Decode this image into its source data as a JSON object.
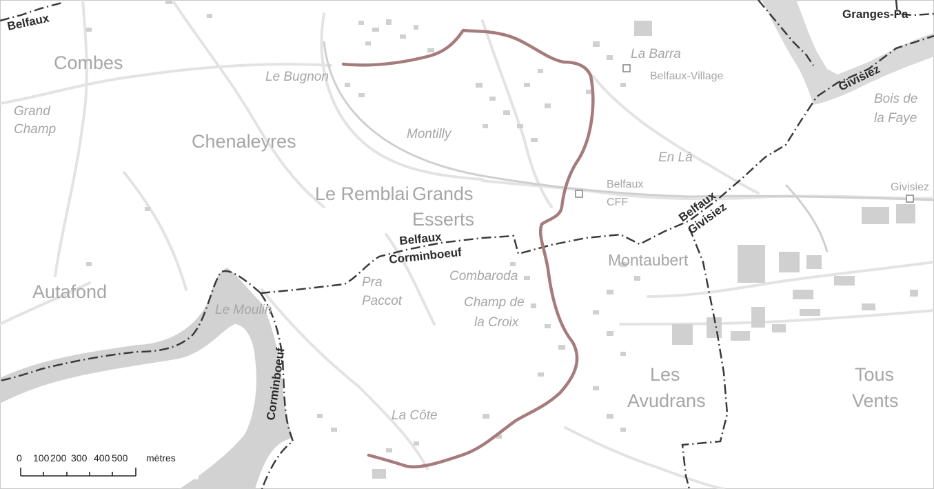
{
  "map": {
    "route_color": "#a67b7b",
    "border_color": "#3a3a3a",
    "place_labels": {
      "combes": "Combes",
      "grand": "Grand",
      "champ": "Champ",
      "chenaleyres": "Chenaleyres",
      "le_bugnon": "Le Bugnon",
      "montilly": "Montilly",
      "la_barra": "La Barra",
      "belfaux_village": "Belfaux-Village",
      "bois_de": "Bois de",
      "la_faye": "la Faye",
      "en_la": "En Là",
      "belfaux_station": "Belfaux",
      "cff": "CFF",
      "givisiez_station": "Givisiez",
      "le_remblai": "Le Remblai",
      "grands": "Grands",
      "esserts": "Esserts",
      "montaubert": "Montaubert",
      "autafond": "Autafond",
      "pra": "Pra",
      "paccot": "Paccot",
      "combaroda": "Combaroda",
      "champ_de": "Champ de",
      "la_croix": "la Croix",
      "le_moulin": "Le Moulin",
      "les": "Les",
      "avudrans": "Avudrans",
      "tous": "Tous",
      "vents": "Vents",
      "la_cote": "La Côte"
    },
    "commune_labels": {
      "belfaux_tl": "Belfaux",
      "granges_pa": "Granges-Pa",
      "givisiez_ne": "Givisiez",
      "belfaux_mid": "Belfaux",
      "corminboeuf_mid": "Corminboeuf",
      "belfaux_east": "Belfaux",
      "givisiez_east": "Givisiez",
      "corminboeuf_sw": "Corminboeuf"
    },
    "scale": {
      "tick_labels": [
        "0",
        "100",
        "200",
        "300",
        "400",
        "500"
      ],
      "unit": "mètres"
    }
  }
}
